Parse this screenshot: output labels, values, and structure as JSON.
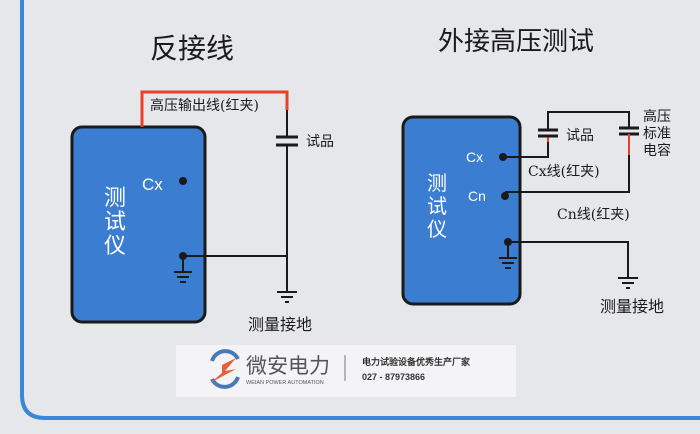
{
  "left": {
    "title": "反接线",
    "device_label": [
      "测",
      "试",
      "仪"
    ],
    "cx_label": "Cx",
    "hv_wire_label": "高压输出线(红夹)",
    "sample_label": "试品",
    "ground_label": "测量接地"
  },
  "right": {
    "title": "外接高压测试",
    "device_label": [
      "测",
      "试",
      "仪"
    ],
    "cx_label": "Cx",
    "cn_label": "Cn",
    "sample_label": "试品",
    "std_cap_label": [
      "高压",
      "标准",
      "电容"
    ],
    "cx_wire_label": "Cx线(红夹)",
    "cn_wire_label": "Cn线(红夹)",
    "ground_label": "测量接地"
  },
  "watermark": {
    "brand": "微安电力",
    "brand_en": "WEIAN POWER AUTOMATION",
    "slogan": "电力试验设备优秀生产厂家",
    "phone": "027 - 87973866"
  },
  "colors": {
    "device": "#3b7dd0",
    "wire": "#1a1a1a",
    "hv_wire": "#e8402a",
    "border": "#3a86d8"
  }
}
